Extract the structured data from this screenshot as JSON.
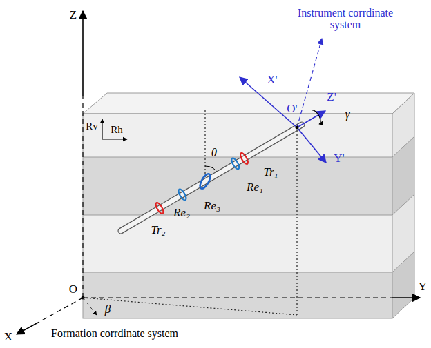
{
  "diagram": {
    "labels": [
      "Z",
      "Y",
      "X",
      "O",
      "Rv",
      "Rh",
      "θ",
      "Tr₁",
      "Re₁",
      "Re₃",
      "Re₂",
      "Tr₂",
      "β",
      "X'",
      "Y'",
      "Z'",
      "O'",
      "γ",
      "Instrument corrdinate system",
      "Formation corrdinate system"
    ]
  }
}
